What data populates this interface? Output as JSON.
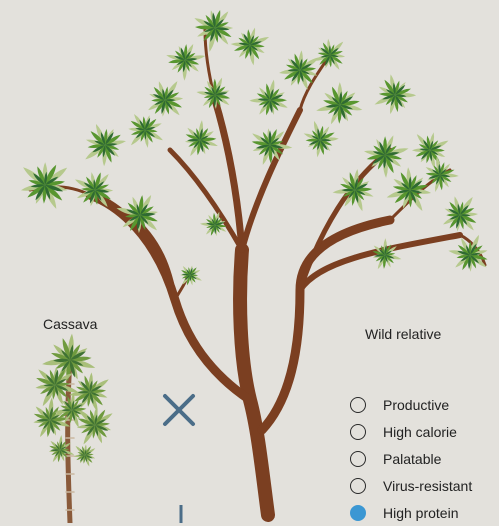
{
  "labels": {
    "cassava": "Cassava",
    "wild_relative": "Wild relative"
  },
  "legend": [
    {
      "label": "Productive",
      "filled": false
    },
    {
      "label": "High calorie",
      "filled": false
    },
    {
      "label": "Palatable",
      "filled": false
    },
    {
      "label": "Virus-resistant",
      "filled": false
    },
    {
      "label": "High protein",
      "filled": true
    }
  ],
  "colors": {
    "background": "#e3e1dc",
    "trunk": "#7b3f21",
    "leaf_dark": "#2f6a32",
    "leaf_mid": "#58962f",
    "leaf_light": "#b6c98d",
    "marker_filled": "#3b97d3",
    "cross": "#4b6d88"
  }
}
